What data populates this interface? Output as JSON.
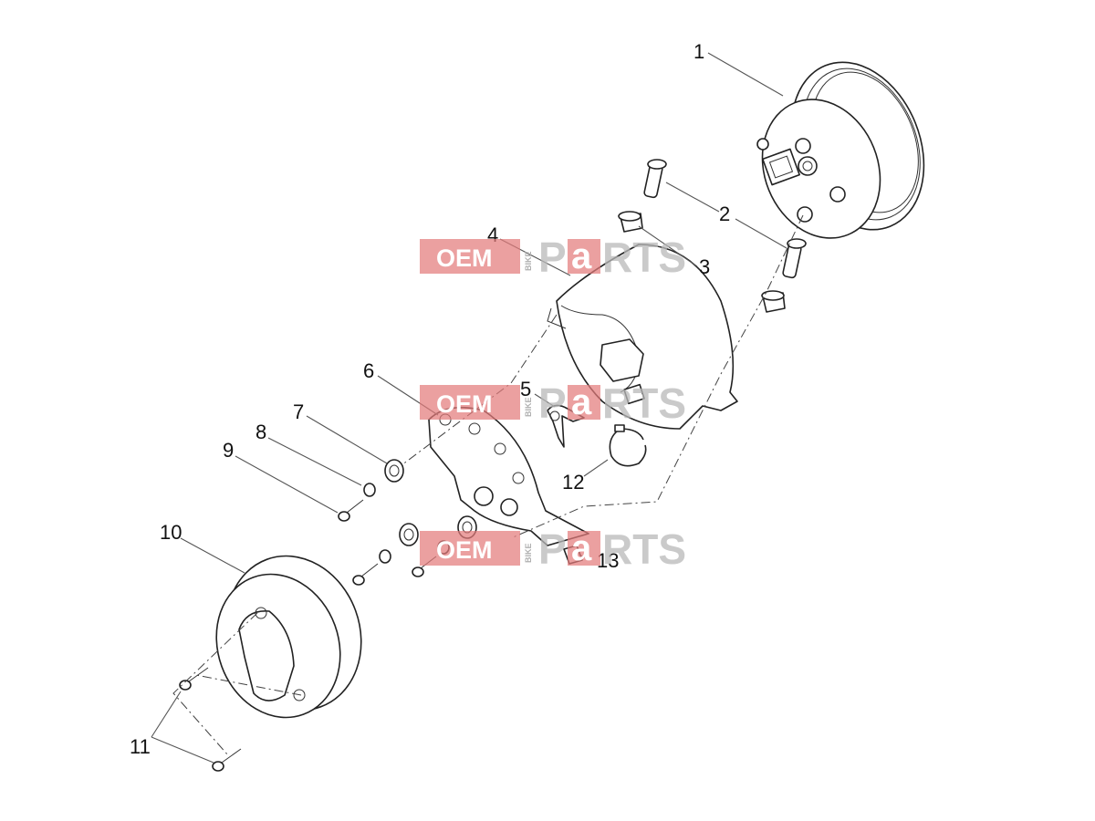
{
  "callouts": [
    {
      "id": "1",
      "text": "1"
    },
    {
      "id": "2",
      "text": "2"
    },
    {
      "id": "3",
      "text": "3"
    },
    {
      "id": "4",
      "text": "4"
    },
    {
      "id": "5",
      "text": "5"
    },
    {
      "id": "6",
      "text": "6"
    },
    {
      "id": "7",
      "text": "7"
    },
    {
      "id": "8",
      "text": "8"
    },
    {
      "id": "9",
      "text": "9"
    },
    {
      "id": "10",
      "text": "10"
    },
    {
      "id": "11",
      "text": "11"
    },
    {
      "id": "12",
      "text": "12"
    },
    {
      "id": "13",
      "text": "13"
    }
  ],
  "watermark": {
    "oem": "OEM",
    "bike": "BIKE",
    "p": "P",
    "a": "a",
    "rts": "RTS"
  },
  "colors": {
    "watermark_red": "#e37c7c",
    "watermark_gray": "#b9b9b9",
    "line": "#222222"
  }
}
